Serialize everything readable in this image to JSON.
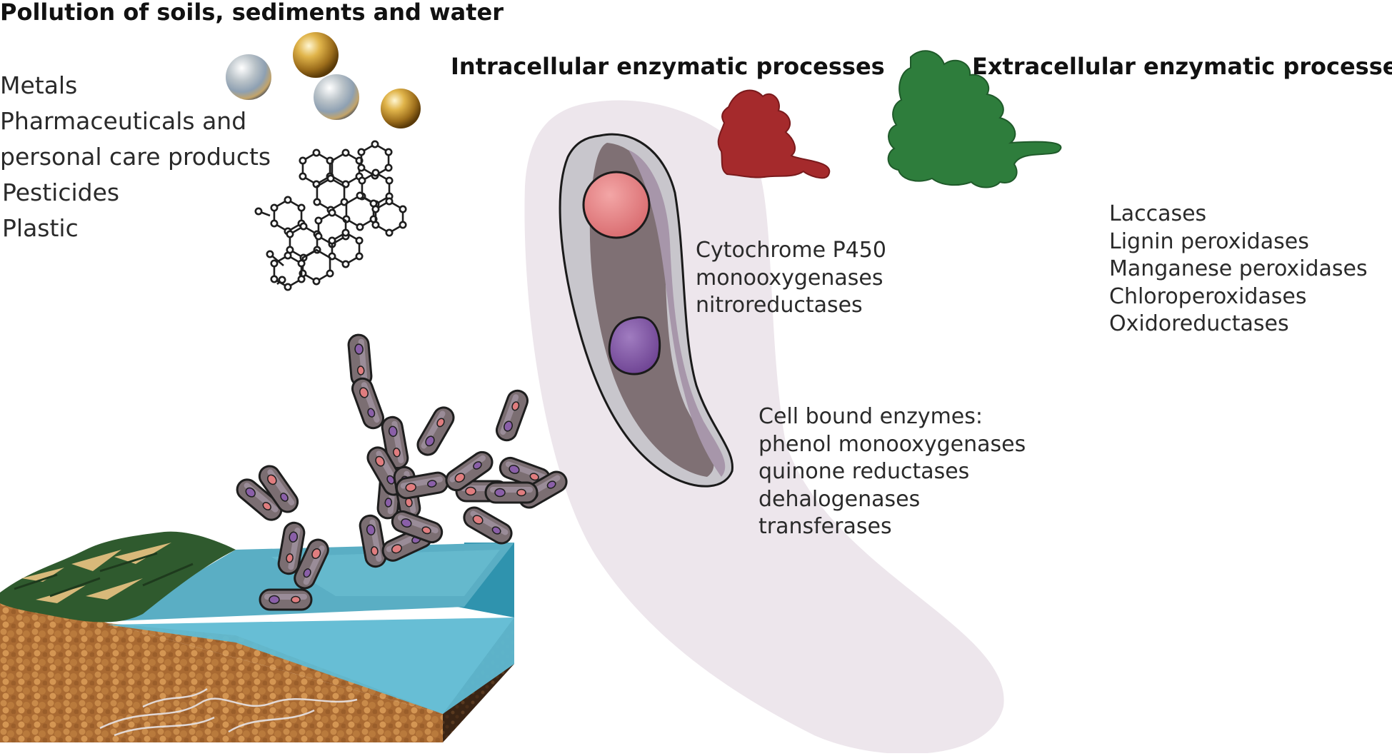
{
  "pollution": {
    "title": "Pollution of soils, sediments and water",
    "items": [
      "Metals",
      "Pharmaceuticals and",
      "personal care products",
      "Pesticides",
      "Plastic"
    ]
  },
  "intracellular": {
    "title": "Intracellular enzymatic processes",
    "enzymes": [
      "Cytochrome P450",
      "monooxygenases",
      "nitroreductases"
    ]
  },
  "cell_bound": {
    "enzymes": [
      "Cell bound enzymes:",
      "phenol monooxygenases",
      "quinone reductases",
      "dehalogenases",
      "transferases"
    ]
  },
  "extracellular": {
    "title": "Extracellular enzymatic processes",
    "enzymes": [
      "Laccases",
      "Lignin peroxidases",
      "Manganese peroxidases",
      "Chloroperoxidases",
      "Oxidoreductases"
    ]
  },
  "colors": {
    "halo": "#ede6ec",
    "cell_body": "#7e7074",
    "cell_outer": "#c9c6cc",
    "cell_stripe": "#a593a8",
    "nucleus_pink": "#e07d7f",
    "nucleus_purple": "#8a5fa8",
    "enzyme_red": "#a32b2d",
    "enzyme_green": "#2e7d3c",
    "water": "#5ab6cf",
    "soil": "#b06f35",
    "grass": "#2f5a2e"
  },
  "icons": [
    "metal-sphere-icon",
    "polycyclic-molecule-icon",
    "red-protein-icon",
    "green-protein-icon",
    "bacterium-icon",
    "water-soil-block-icon"
  ]
}
